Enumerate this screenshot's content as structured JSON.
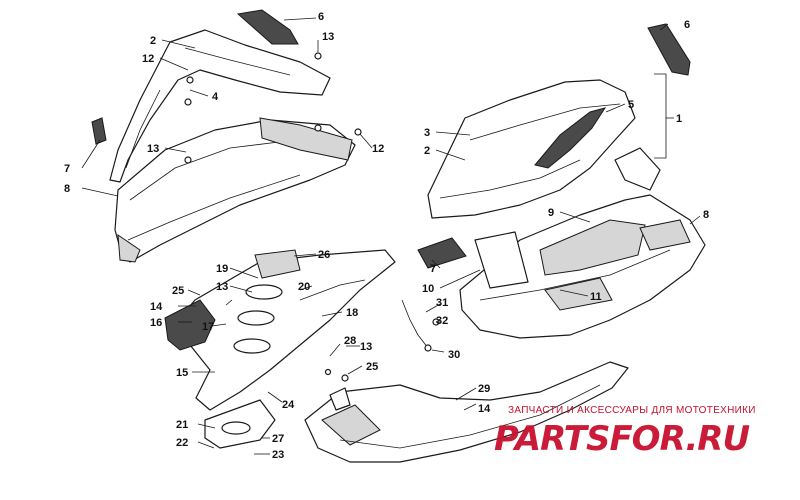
{
  "diagram": {
    "callouts": [
      "1",
      "2",
      "3",
      "4",
      "5",
      "6",
      "7",
      "8",
      "9",
      "10",
      "11",
      "12",
      "13",
      "14",
      "15",
      "16",
      "17",
      "18",
      "19",
      "20",
      "21",
      "22",
      "23",
      "24",
      "25",
      "26",
      "27",
      "28",
      "29",
      "30",
      "31",
      "32"
    ]
  },
  "watermark": {
    "tagline": "ЗАПЧАСТИ И АКСЕССУАРЫ ДЛЯ МОТОТЕХНИКИ",
    "logo_text": "PARTSFOR.RU",
    "color": "#c8102e"
  }
}
